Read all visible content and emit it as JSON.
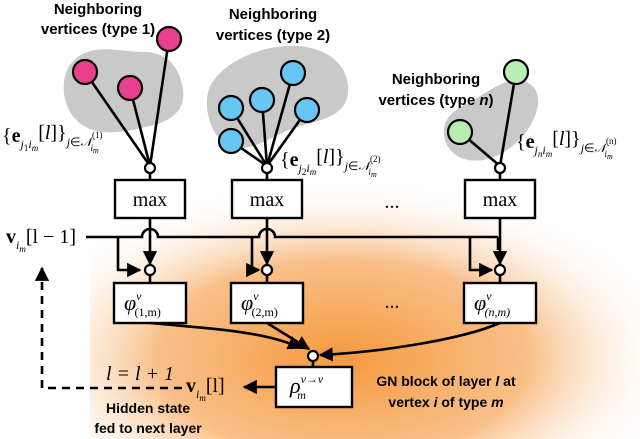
{
  "colors": {
    "type1": "#e8408f",
    "type2": "#66c7f2",
    "typen": "#b7efb0",
    "blob": "#c9c9c9",
    "gradient_inner": "#f6a04a",
    "gradient_outer": "#ffffff"
  },
  "groups": [
    {
      "label_line1": "Neighboring",
      "label_line2": "vertices (type 1)"
    },
    {
      "label_line1": "Neighboring",
      "label_line2": "vertices (type 2)"
    },
    {
      "label_line1": "Neighboring",
      "label_line2_prefix": "vertices (type ",
      "label_line2_var": "n",
      "label_line2_suffix": ")"
    }
  ],
  "edge_sets": [
    {
      "e_sub1": "j",
      "e_sub2": "1",
      "e_sub3": "i",
      "e_sub4": "m",
      "index_j": "j",
      "index_sup": "(1)",
      "index_i": "i",
      "index_m": "m"
    },
    {
      "e_sub1": "j",
      "e_sub2": "2",
      "e_sub3": "i",
      "e_sub4": "m",
      "index_j": "j",
      "index_sup": "(2)",
      "index_i": "i",
      "index_m": "m"
    },
    {
      "e_sub1": "j",
      "e_sub2": "n",
      "e_sub3": "i",
      "e_sub4": "m",
      "index_j": "j",
      "index_sup": "(n)",
      "index_i": "i",
      "index_m": "m"
    }
  ],
  "aggregators": {
    "max_label": "max",
    "ellipsis": "..."
  },
  "phi_boxes": [
    {
      "symbol": "φ",
      "sup": "v",
      "sub": "(1,m)"
    },
    {
      "symbol": "φ",
      "sup": "v",
      "sub": "(2,m)"
    },
    {
      "symbol": "φ",
      "sup": "v",
      "sub": "(n,m)"
    }
  ],
  "rho_box": {
    "symbol": "ρ",
    "sup": "v→v",
    "sub": "m"
  },
  "input_state": {
    "v": "v",
    "sub1": "i",
    "sub2": "m",
    "arg": "[l − 1]"
  },
  "output_state": {
    "v": "v",
    "sub1": "i",
    "sub2": "m",
    "arg": "[l]"
  },
  "update_rule": "l = l + 1",
  "hidden_caption": {
    "line1": "Hidden state",
    "line2": "fed to next layer"
  },
  "block_caption": {
    "line1_prefix": "GN block of layer ",
    "line1_var": "l",
    "line1_suffix": " at",
    "line2_prefix": "vertex ",
    "line2_var": "i",
    "line2_mid": " of type ",
    "line2_var2": "m"
  }
}
